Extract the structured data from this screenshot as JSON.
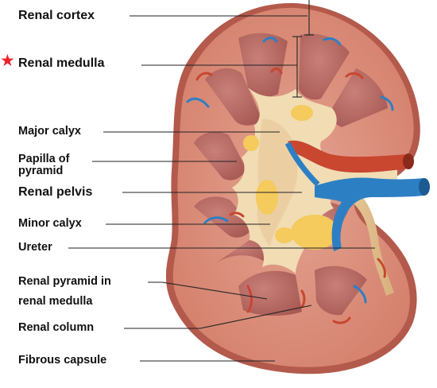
{
  "labels": {
    "renal_cortex": "Renal cortex",
    "renal_medulla": "Renal medulla",
    "major_calyx": "Major calyx",
    "papilla_line1": "Papilla of",
    "papilla_line2": "pyramid",
    "renal_pelvis": "Renal pelvis",
    "minor_calyx": "Minor calyx",
    "ureter": "Ureter",
    "renal_pyramid_line1": "Renal pyramid in",
    "renal_pyramid_line2": "renal medulla",
    "renal_column": "Renal column",
    "fibrous_capsule": "Fibrous capsule"
  },
  "highlight_marker": "★",
  "colors": {
    "cortex": "#d98a78",
    "capsule": "#b5584a",
    "pyramid": "#b86b66",
    "pelvis": "#f1dcb4",
    "fat": "#f4cb5c",
    "artery": "#c9462f",
    "vein": "#2d7fc4",
    "marker": "#e8222b"
  }
}
